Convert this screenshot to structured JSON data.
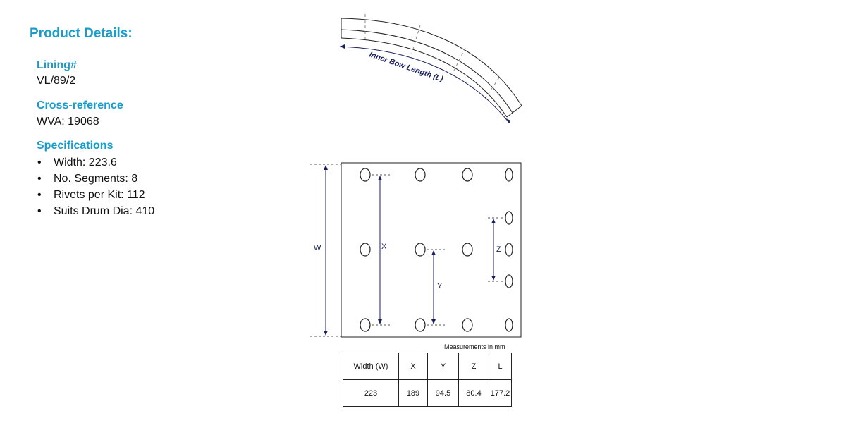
{
  "title": "Product Details:",
  "lining": {
    "label": "Lining#",
    "value": "VL/89/2"
  },
  "cross_reference": {
    "label": "Cross-reference",
    "value": "WVA: 19068"
  },
  "specifications": {
    "label": "Specifications",
    "bullet": "•",
    "items": [
      "Width: 223.6",
      "No. Segments: 8",
      "Rivets per Kit: 112",
      "Suits Drum Dia: 410"
    ]
  },
  "diagram": {
    "arc_label": "Inner Bow Length (L)",
    "w_label": "W",
    "x_label": "X",
    "y_label": "Y",
    "z_label": "Z",
    "line_color": "#1a1f5c",
    "accent_color": "#1a9ccb"
  },
  "measurements": {
    "note": "Measurements in mm",
    "headers": [
      "Width (W)",
      "X",
      "Y",
      "Z",
      "L"
    ],
    "values": [
      "223",
      "189",
      "94.5",
      "80.4",
      "177.2"
    ]
  }
}
